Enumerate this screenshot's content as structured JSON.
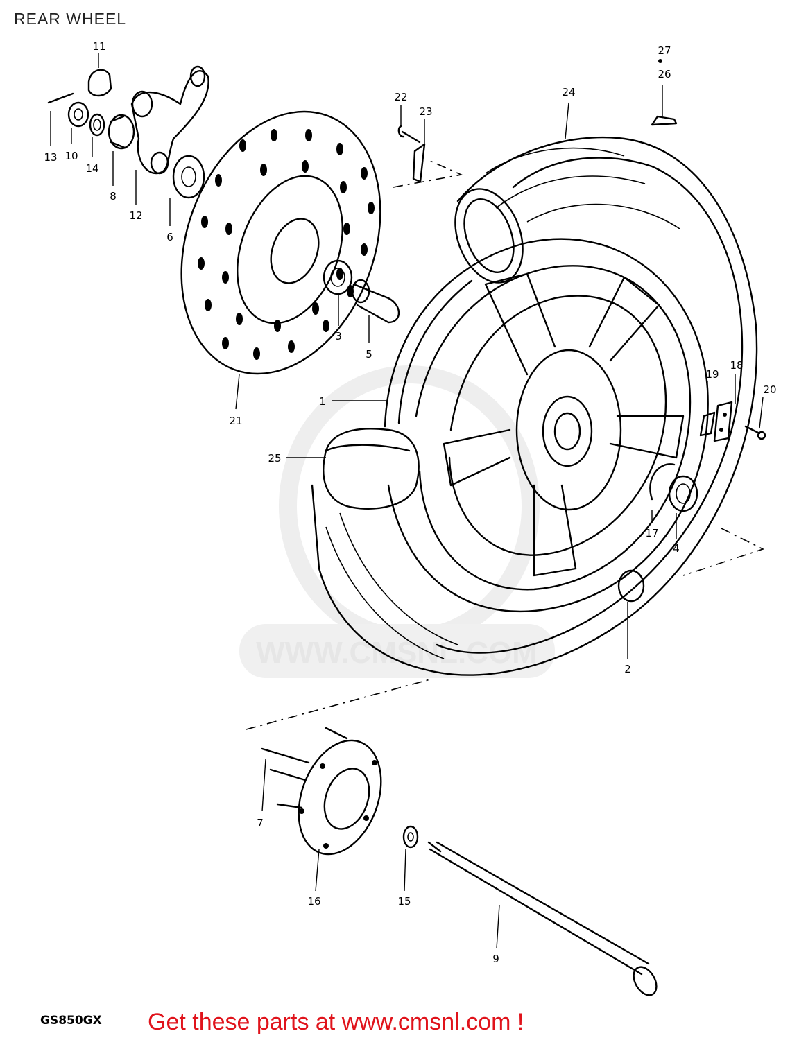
{
  "header": {
    "title": "REAR WHEEL"
  },
  "footer": {
    "model_code": "GS850GX",
    "promo": "Get these parts at www.cmsnl.com !"
  },
  "watermark": {
    "text": "WWW.CMSNL.COM"
  },
  "callouts": {
    "c1": "1",
    "c2": "2",
    "c3": "3",
    "c4": "4",
    "c5": "5",
    "c6": "6",
    "c7": "7",
    "c8": "8",
    "c9": "9",
    "c10": "10",
    "c11": "11",
    "c12": "12",
    "c13": "13",
    "c14": "14",
    "c15": "15",
    "c16": "16",
    "c17": "17",
    "c18": "18",
    "c19": "19",
    "c20": "20",
    "c21": "21",
    "c22": "22",
    "c23": "23",
    "c24": "24",
    "c25": "25",
    "c26": "26",
    "c27": "27"
  }
}
